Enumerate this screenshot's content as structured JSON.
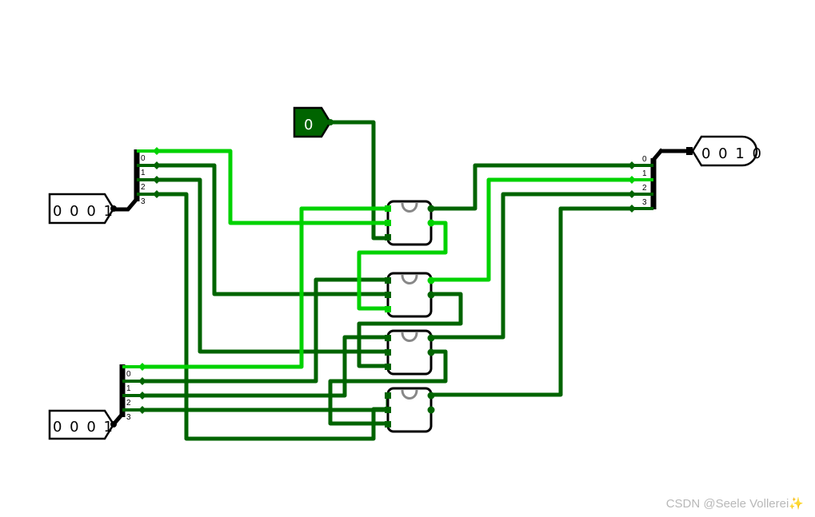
{
  "colors": {
    "wire_on": "#00d200",
    "wire_off": "#006400",
    "bus": "#000000",
    "constant_fill": "#006400"
  },
  "circuit": {
    "input_a": {
      "value": "0 0 0 1"
    },
    "input_b": {
      "value": "0 0 0 1"
    },
    "constant": {
      "value": "0"
    },
    "output": {
      "value": "0 0 1 0"
    },
    "splitter_a_bits": [
      "0",
      "1",
      "2",
      "3"
    ],
    "splitter_b_bits": [
      "0",
      "1",
      "2",
      "3"
    ],
    "splitter_out_bits": [
      "0",
      "1",
      "2",
      "3"
    ],
    "adders": [
      {
        "type": "full-adder",
        "icon": "adder-icon"
      },
      {
        "type": "full-adder",
        "icon": "adder-icon"
      },
      {
        "type": "full-adder",
        "icon": "adder-icon"
      },
      {
        "type": "full-adder",
        "icon": "adder-icon"
      }
    ]
  },
  "watermark": "CSDN @Seele Vollerei✨"
}
